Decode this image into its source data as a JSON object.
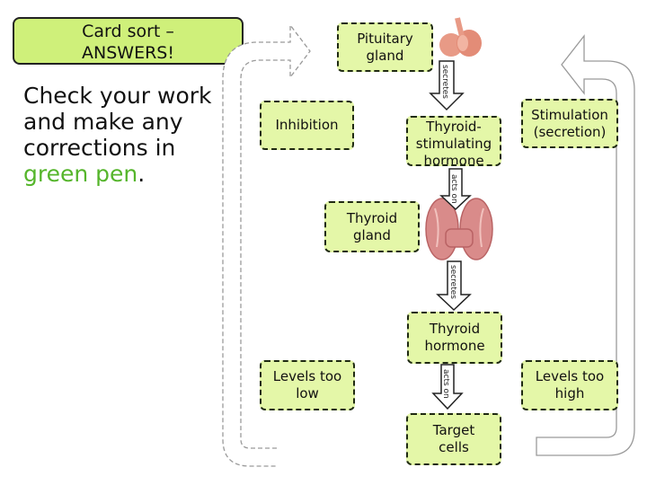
{
  "title": {
    "line1": "Card sort –",
    "line2": "ANSWERS!"
  },
  "instructions": {
    "text": "Check your work and make any corrections in",
    "highlight": "green pen",
    "end": ".",
    "highlight_color": "#55b52b"
  },
  "cards": {
    "pituitary": [
      "Pituitary",
      "gland"
    ],
    "inhibition": [
      "Inhibition"
    ],
    "tsh": [
      "Thyroid-",
      "stimulating",
      "hormone"
    ],
    "stimulation": [
      "Stimulation",
      "(secretion)"
    ],
    "thyroid_gland": [
      "Thyroid",
      "gland"
    ],
    "thyroid_hormone": [
      "Thyroid",
      "hormone"
    ],
    "levels_low": [
      "Levels too",
      "low"
    ],
    "levels_high": [
      "Levels too",
      "high"
    ],
    "target_cells": [
      "Target",
      "cells"
    ]
  },
  "arrow_labels": {
    "a1": "secretes",
    "a2": "acts on",
    "a3": "secretes",
    "a4": "acts on"
  },
  "colors": {
    "card_fill": "#e4f7a8",
    "title_fill": "#cff07a",
    "feedback_arrow": "#c9c9c9"
  }
}
